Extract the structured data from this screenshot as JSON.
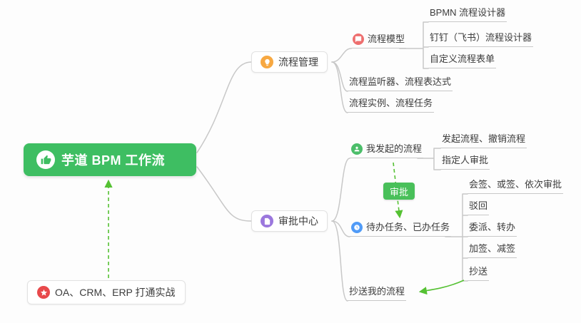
{
  "colors": {
    "root_bg": "#3EBE62",
    "line_gray": "#C8C8C8",
    "arrow_green": "#55C133",
    "tag_green": "#49C05A",
    "icon_orange": "#F7A841",
    "icon_red": "#EE6F6F",
    "icon_purple": "#9B77DD",
    "icon_green": "#4CBE6A",
    "icon_blue": "#509BF7",
    "icon_star_red": "#E8494B",
    "text": "#3C3C3C"
  },
  "root": {
    "label": "芋道 BPM 工作流",
    "icon": "thumbs-up"
  },
  "footnote": {
    "label": "OA、CRM、ERP 打通实战",
    "icon": "star"
  },
  "process_mgmt": {
    "label": "流程管理",
    "icon": "lightbulb",
    "model": {
      "label": "流程模型",
      "icon": "chat-bubble",
      "children": [
        {
          "label": "BPMN 流程设计器"
        },
        {
          "label": "钉钉（飞书）流程设计器"
        },
        {
          "label": "自定义流程表单"
        }
      ]
    },
    "listener": {
      "label": "流程监听器、流程表达式"
    },
    "instance": {
      "label": "流程实例、流程任务"
    }
  },
  "approval_center": {
    "label": "审批中心",
    "icon": "document",
    "my_initiated": {
      "label": "我发起的流程",
      "icon": "person",
      "children": [
        {
          "label": "发起流程、撤销流程"
        },
        {
          "label": "指定人审批"
        }
      ]
    },
    "tasks": {
      "label": "待办任务、已办任务",
      "icon": "clock",
      "children": [
        {
          "label": "会签、或签、依次审批"
        },
        {
          "label": "驳回"
        },
        {
          "label": "委派、转办"
        },
        {
          "label": "加签、减签"
        },
        {
          "label": "抄送"
        }
      ]
    },
    "cc_me": {
      "label": "抄送我的流程"
    },
    "relation_tag": {
      "label": "审批"
    }
  }
}
